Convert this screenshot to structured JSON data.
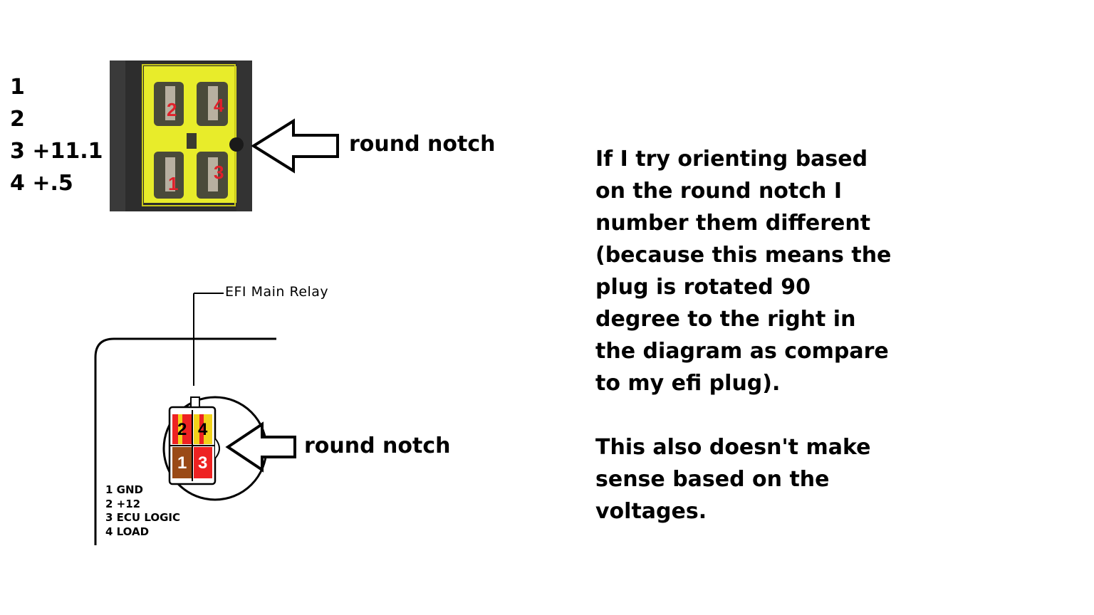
{
  "voltage_list": {
    "rows": [
      "1",
      "2",
      "3 +11.1",
      "4 +.5"
    ]
  },
  "photo": {
    "pin_numbers": [
      "2",
      "4",
      "1",
      "3"
    ],
    "notch_label": "round notch",
    "colors": {
      "housing": "#e8ec2a",
      "pin_label": "#e0202a",
      "background": "#2b2b2b"
    }
  },
  "diagram": {
    "title": "EFI Main Relay",
    "pin_numbers": [
      "2",
      "4",
      "1",
      "3"
    ],
    "notch_label": "round notch",
    "legend": [
      "1 GND",
      "2 +12",
      "3 ECU LOGIC",
      "4 LOAD"
    ],
    "colors": {
      "red": "#ee2222",
      "yellow": "#f2d21a",
      "brown": "#9a4a16"
    }
  },
  "explanation": {
    "paragraph1_lines": [
      "If I try orienting based",
      "on the round notch I",
      "number them different",
      "(because this means the",
      "plug is rotated 90",
      "degree to the right in",
      "the diagram as compare",
      "to my efi plug)."
    ],
    "paragraph2_lines": [
      "This also doesn't make",
      "sense based on the",
      "voltages."
    ]
  }
}
